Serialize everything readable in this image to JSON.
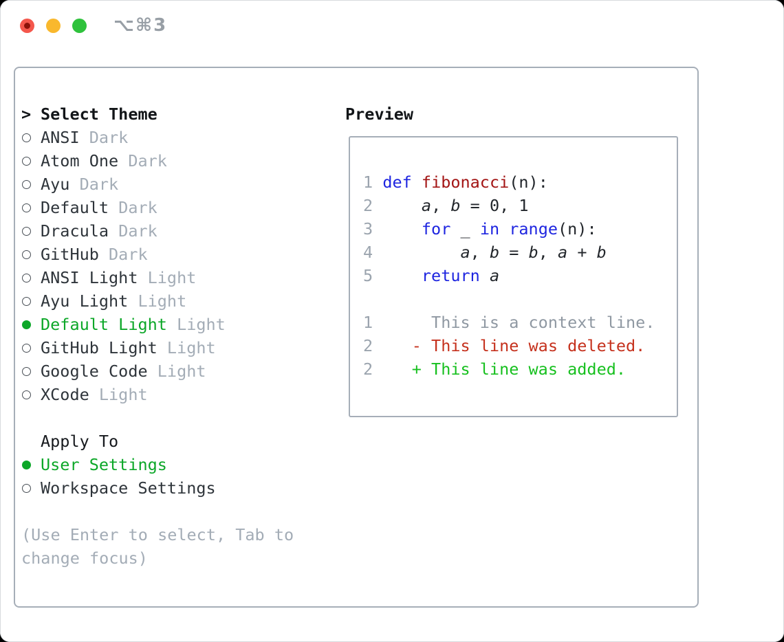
{
  "window": {
    "hotkey": "⌥⌘3"
  },
  "traffic_lights": {
    "red": "#f4574c",
    "red_dot": "#8c1209",
    "yellow": "#f9b82d",
    "green": "#2fc23c"
  },
  "theme_panel": {
    "prompt": ">",
    "title": "Select Theme",
    "items": [
      {
        "name": "ANSI",
        "variant": "Dark",
        "selected": false
      },
      {
        "name": "Atom One",
        "variant": "Dark",
        "selected": false
      },
      {
        "name": "Ayu",
        "variant": "Dark",
        "selected": false
      },
      {
        "name": "Default",
        "variant": "Dark",
        "selected": false
      },
      {
        "name": "Dracula",
        "variant": "Dark",
        "selected": false
      },
      {
        "name": "GitHub",
        "variant": "Dark",
        "selected": false
      },
      {
        "name": "ANSI Light",
        "variant": "Light",
        "selected": false
      },
      {
        "name": "Ayu Light",
        "variant": "Light",
        "selected": false
      },
      {
        "name": "Default Light",
        "variant": "Light",
        "selected": true
      },
      {
        "name": "GitHub Light",
        "variant": "Light",
        "selected": false
      },
      {
        "name": "Google Code",
        "variant": "Light",
        "selected": false
      },
      {
        "name": "XCode",
        "variant": "Light",
        "selected": false
      }
    ],
    "apply_to": {
      "title": "Apply To",
      "options": [
        {
          "label": "User Settings",
          "selected": true
        },
        {
          "label": "Workspace Settings",
          "selected": false
        }
      ]
    },
    "hint_lines": [
      "(Use Enter to select, Tab to",
      "change focus)"
    ]
  },
  "preview": {
    "title": "Preview",
    "lines": [
      {
        "num": "1",
        "segs": [
          {
            "c": "pl",
            "t": " "
          },
          {
            "c": "kw",
            "t": "def"
          },
          {
            "c": "pl",
            "t": " "
          },
          {
            "c": "fn",
            "t": "fibonacci"
          },
          {
            "c": "pl",
            "t": "(n):"
          }
        ]
      },
      {
        "num": "2",
        "segs": [
          {
            "c": "pl",
            "t": "     "
          },
          {
            "c": "it",
            "t": "a"
          },
          {
            "c": "pl",
            "t": ", "
          },
          {
            "c": "it",
            "t": "b"
          },
          {
            "c": "pl",
            "t": " = 0, 1"
          }
        ]
      },
      {
        "num": "3",
        "segs": [
          {
            "c": "pl",
            "t": "     "
          },
          {
            "c": "kw",
            "t": "for"
          },
          {
            "c": "pl",
            "t": " _ "
          },
          {
            "c": "kw",
            "t": "in"
          },
          {
            "c": "pl",
            "t": " "
          },
          {
            "c": "kw",
            "t": "range"
          },
          {
            "c": "pl",
            "t": "(n):"
          }
        ]
      },
      {
        "num": "4",
        "segs": [
          {
            "c": "pl",
            "t": "         "
          },
          {
            "c": "it",
            "t": "a"
          },
          {
            "c": "pl",
            "t": ", "
          },
          {
            "c": "it",
            "t": "b"
          },
          {
            "c": "pl",
            "t": " = "
          },
          {
            "c": "it",
            "t": "b"
          },
          {
            "c": "pl",
            "t": ", "
          },
          {
            "c": "it",
            "t": "a"
          },
          {
            "c": "pl",
            "t": " + "
          },
          {
            "c": "it",
            "t": "b"
          }
        ]
      },
      {
        "num": "5",
        "segs": [
          {
            "c": "pl",
            "t": "     "
          },
          {
            "c": "kw",
            "t": "return"
          },
          {
            "c": "pl",
            "t": " "
          },
          {
            "c": "it",
            "t": "a"
          }
        ]
      },
      {
        "num": "",
        "segs": []
      },
      {
        "num": "1",
        "segs": [
          {
            "c": "ctx",
            "t": "      This is a context line."
          }
        ]
      },
      {
        "num": "2",
        "segs": [
          {
            "c": "del",
            "t": "    - This line was deleted."
          }
        ]
      },
      {
        "num": "2",
        "segs": [
          {
            "c": "add",
            "t": "    + This line was added."
          }
        ]
      }
    ]
  },
  "colors": {
    "panel_border": "#a6aeb8",
    "accent_green": "#0ca728",
    "keyword_blue": "#1e25e0",
    "function_red": "#a31515",
    "deleted_red": "#c5311d",
    "added_green": "#17c01f",
    "muted_gray": "#a3acb6"
  }
}
